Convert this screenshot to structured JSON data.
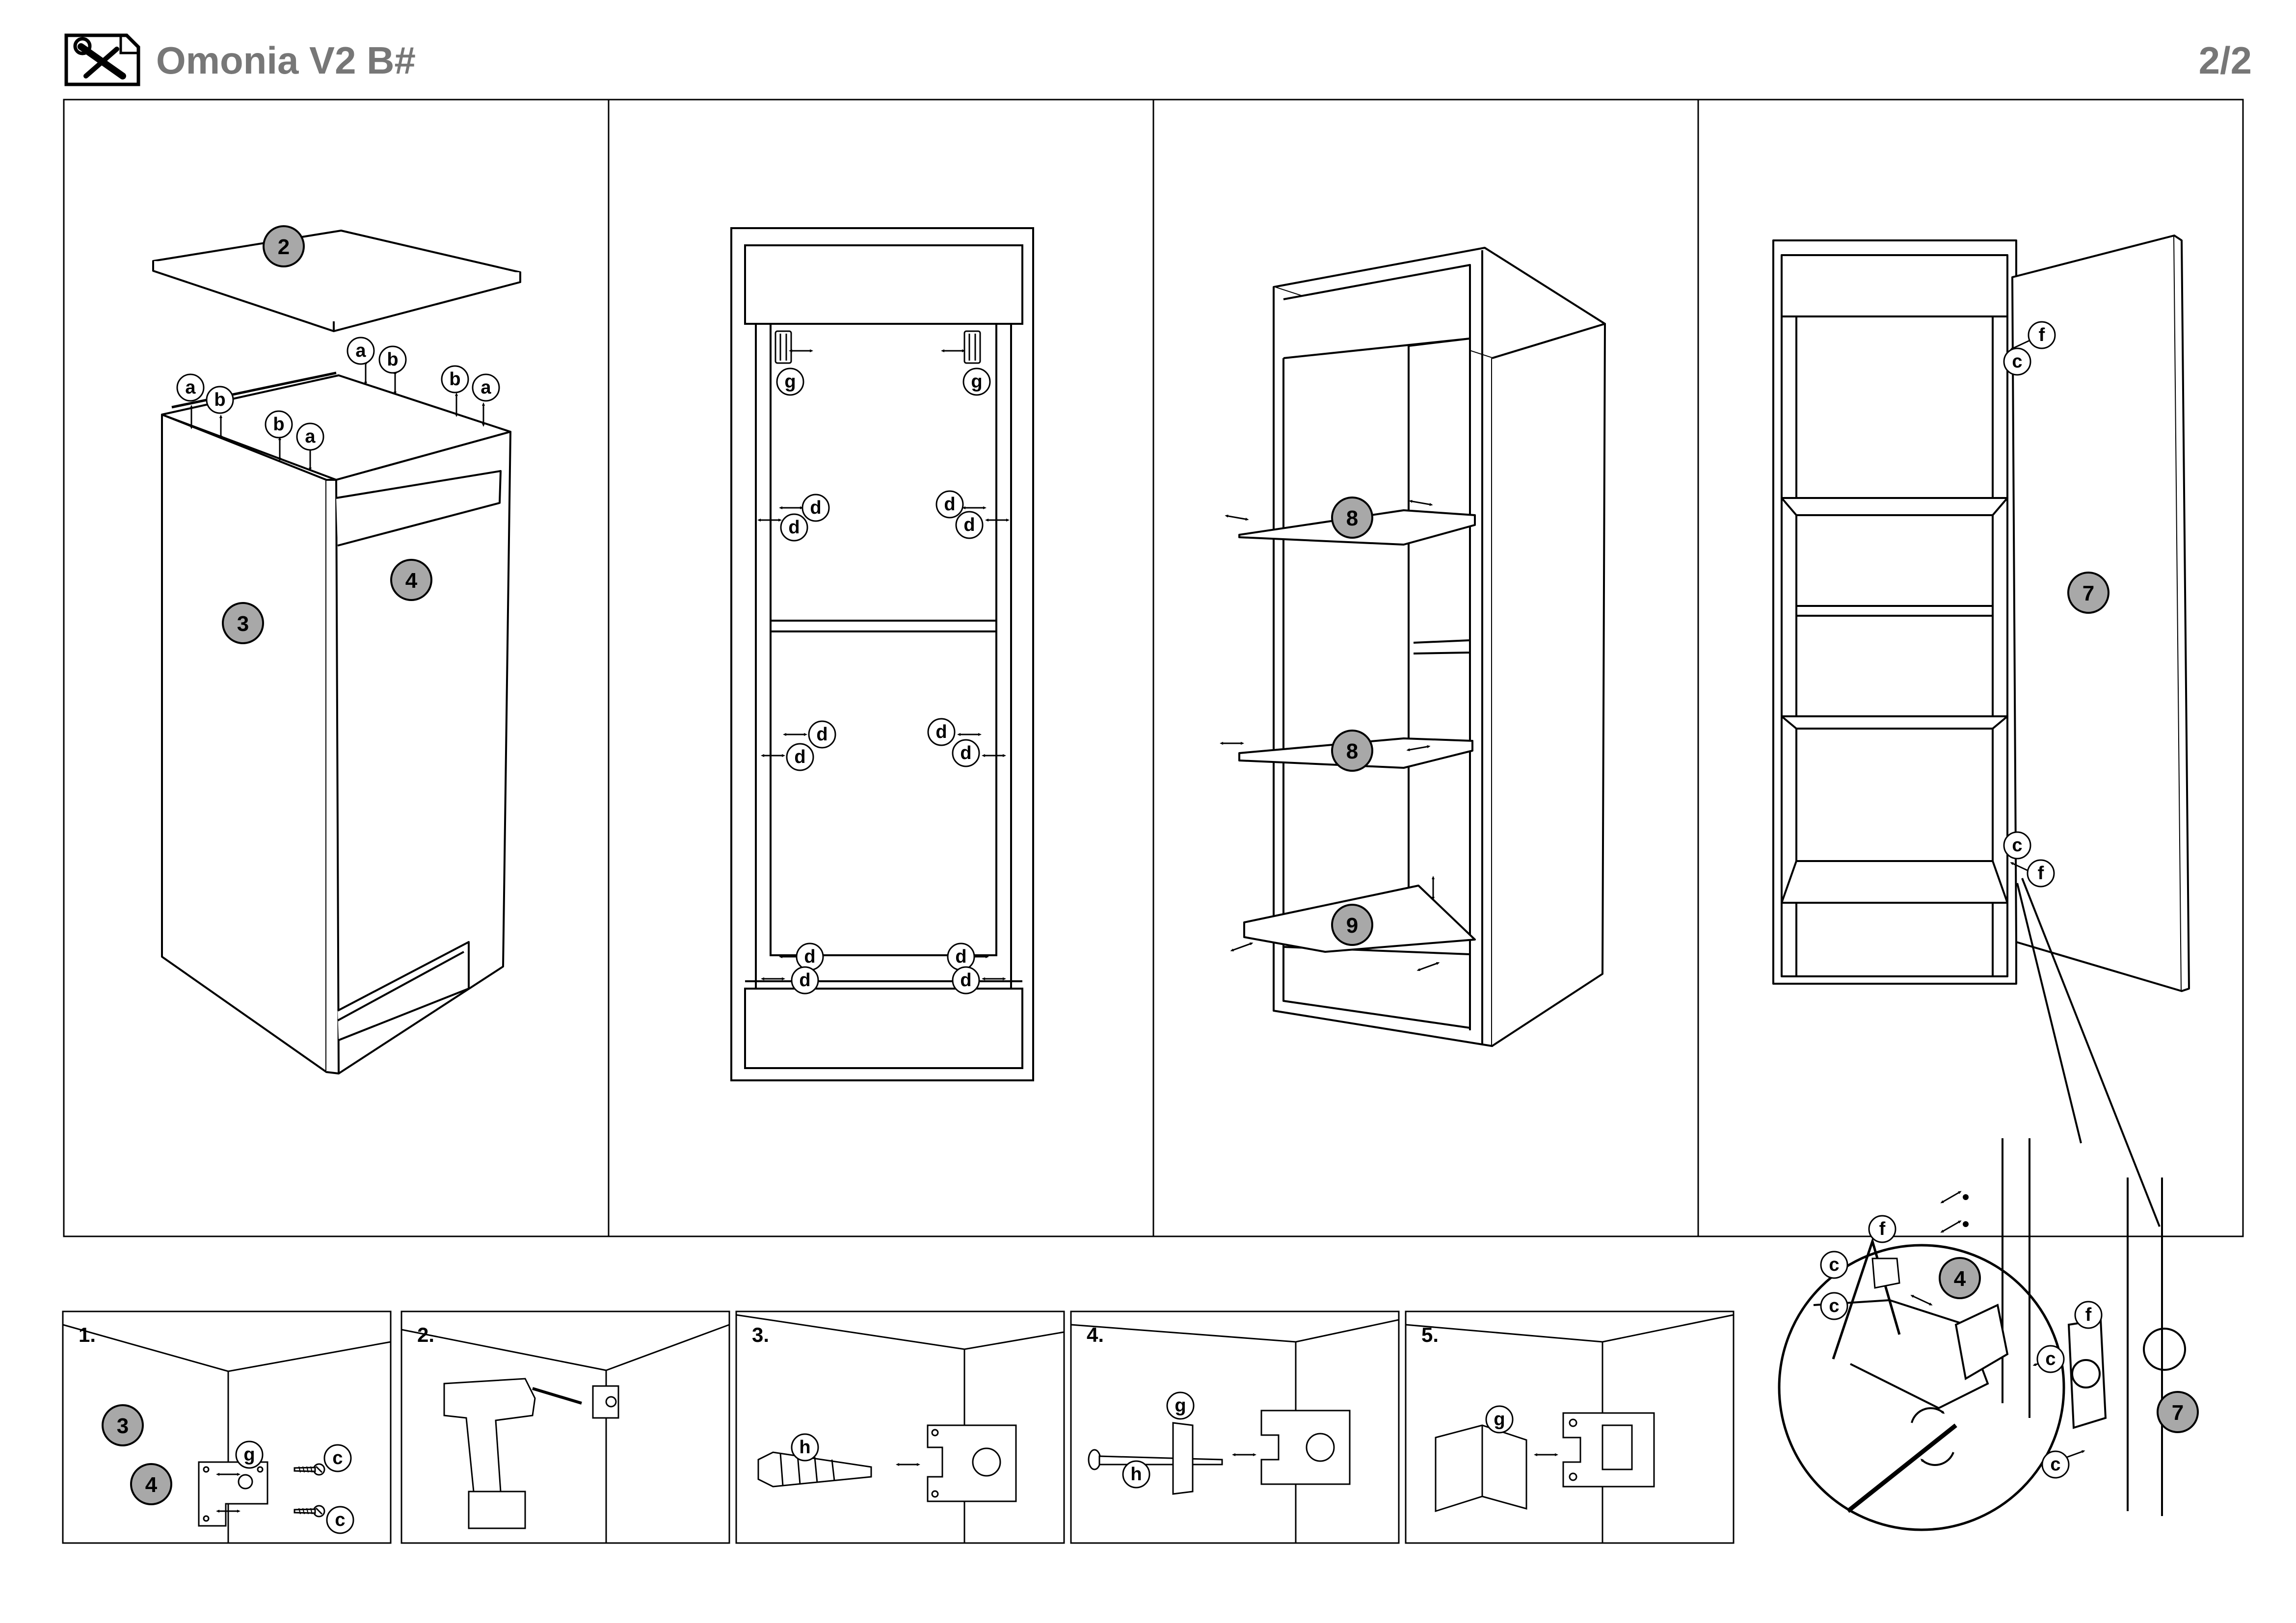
{
  "header": {
    "title": "Omonia V2 B#",
    "page": "2/2",
    "icon": "tools-icon"
  },
  "parts": {
    "p2": "2",
    "p3": "3",
    "p4": "4",
    "p7": "7",
    "p8": "8",
    "p9": "9"
  },
  "hardware": {
    "a": "a",
    "b": "b",
    "c": "c",
    "d": "d",
    "f": "f",
    "g": "g",
    "h": "h"
  },
  "steps": [
    "1.",
    "2.",
    "3.",
    "4.",
    "5."
  ]
}
